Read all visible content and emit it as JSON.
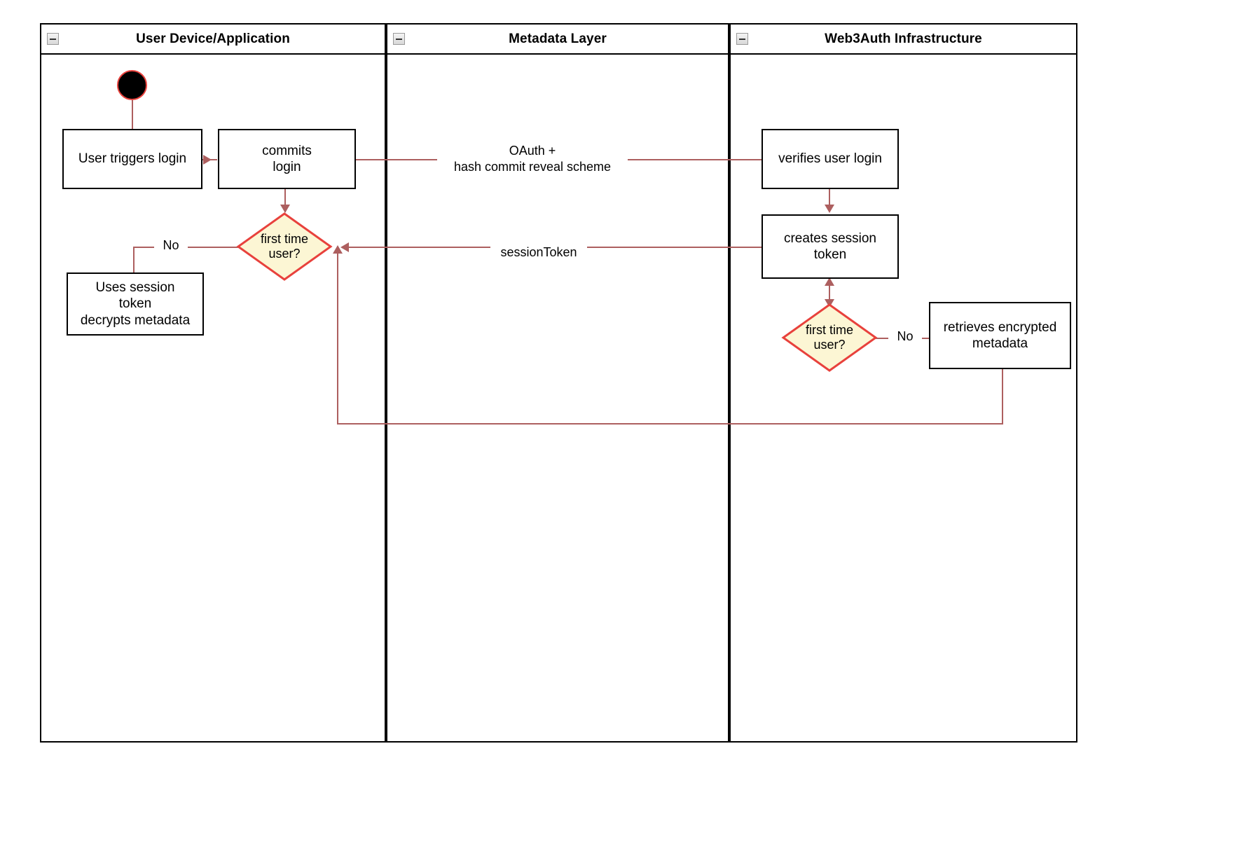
{
  "diagram": {
    "type": "uml-activity-swimlane",
    "background": "#ffffff",
    "edge_color": "#ad5f5f",
    "decision_fill": "#fcf6d4",
    "decision_stroke": "#e8413c",
    "node_stroke": "#000000"
  },
  "lanes": [
    {
      "id": "user-device",
      "title": "User Device/Application",
      "collapse_icon": "collapse-minus-icon"
    },
    {
      "id": "metadata-layer",
      "title": "Metadata Layer",
      "collapse_icon": "collapse-minus-icon"
    },
    {
      "id": "web3auth",
      "title": "Web3Auth Infrastructure",
      "collapse_icon": "collapse-minus-icon"
    }
  ],
  "nodes": {
    "start": {
      "label": "",
      "kind": "initial-node"
    },
    "user_triggers_login": {
      "label": "User triggers login",
      "kind": "activity"
    },
    "commits_login": {
      "label": "commits\nlogin",
      "kind": "activity"
    },
    "first_time_user_left": {
      "label": "first time\nuser?",
      "kind": "decision"
    },
    "uses_session_token": {
      "label": "Uses session\ntoken\ndecrypts metadata",
      "kind": "activity"
    },
    "verifies_user_login": {
      "label": "verifies user login",
      "kind": "activity"
    },
    "creates_session_token": {
      "label": "creates session\ntoken",
      "kind": "activity"
    },
    "first_time_user_right": {
      "label": "first time\nuser?",
      "kind": "decision"
    },
    "retrieves_encrypted_metadata": {
      "label": "retrieves encrypted\nmetadata",
      "kind": "activity"
    }
  },
  "edge_labels": {
    "oauth": "OAuth +\nhash commit reveal scheme",
    "session_token": "sessionToken",
    "no_left": "No",
    "no_right": "No"
  }
}
